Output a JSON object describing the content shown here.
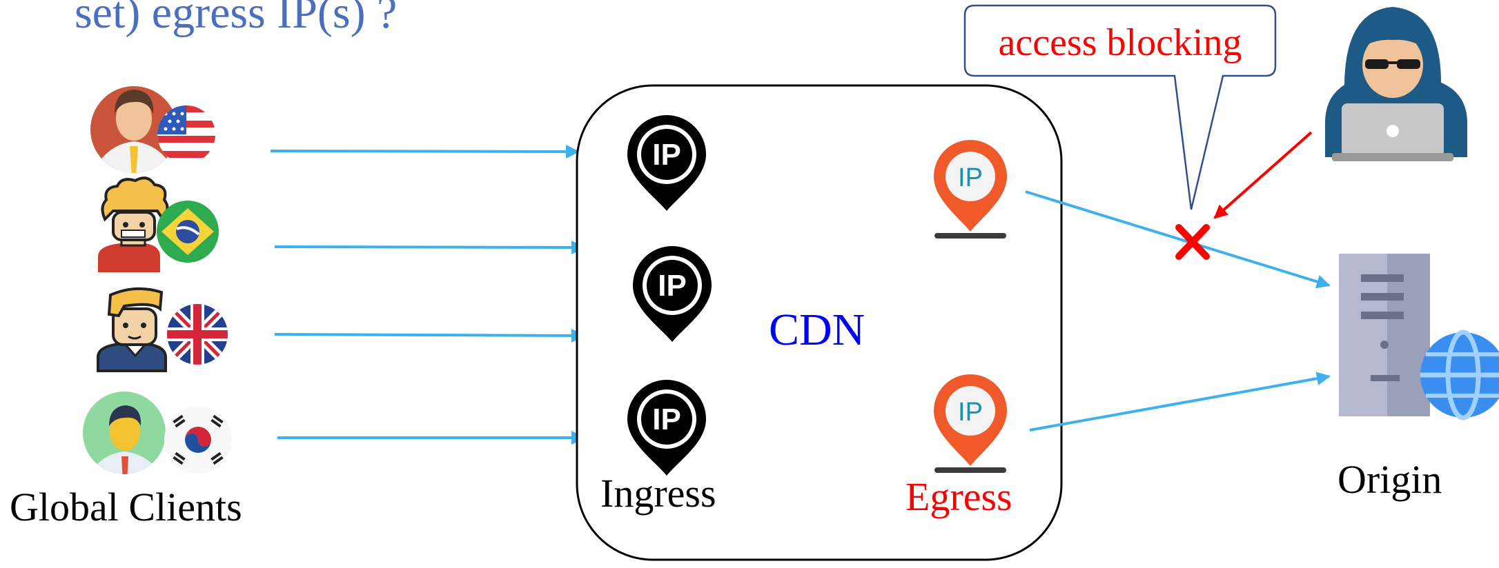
{
  "heading": "set) egress IP(s) ?",
  "labels": {
    "global_clients": "Global Clients",
    "cdn": "CDN",
    "ingress": "Ingress",
    "egress": "Egress",
    "origin": "Origin",
    "callout": "access blocking"
  },
  "pin_text": "IP",
  "clients": [
    {
      "flag": "us-flag-icon",
      "person": "businessman-avatar-icon"
    },
    {
      "flag": "brazil-flag-icon",
      "person": "curly-hair-avatar-icon"
    },
    {
      "flag": "uk-flag-icon",
      "person": "blond-avatar-icon"
    },
    {
      "flag": "south-korea-flag-icon",
      "person": "man-green-avatar-icon"
    }
  ],
  "colors": {
    "heading": "#4a6fbf",
    "cdn_label": "#0000ff",
    "egress_label": "#ff0000",
    "callout_text": "#ff0000",
    "callout_border": "#2e4e8f",
    "arrow": "#3fb0ee",
    "attack_arrow": "#ff0000",
    "block_mark": "#ff0000",
    "egress_pin": "#f05a2a",
    "ingress_pin": "#000000"
  }
}
